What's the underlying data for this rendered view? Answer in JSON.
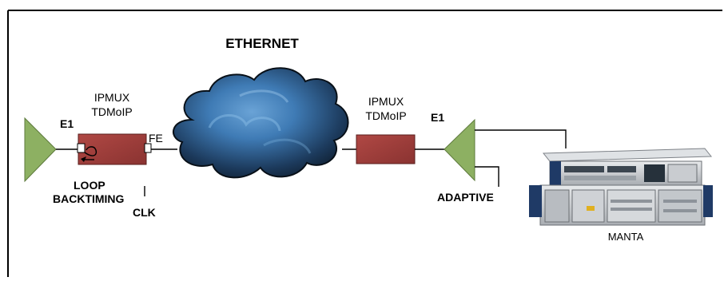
{
  "title": "ETHERNET",
  "left_node": {
    "line1": "IPMUX",
    "line2": "TDMoIP",
    "e1_label": "E1",
    "fe_label": "FE",
    "loop_line1": "LOOP",
    "loop_line2": "BACKTIMING",
    "clk_label": "CLK"
  },
  "right_node": {
    "line1": "IPMUX",
    "line2": "TDMoIP",
    "e1_label": "E1",
    "adaptive_label": "ADAPTIVE"
  },
  "equipment": {
    "label": "MANTA"
  },
  "colors": {
    "triangle": "#8db062",
    "triangle_stroke": "#5d7a3c",
    "box": "#9b3a38",
    "box_stroke": "#5a1f1e",
    "cloud_dark": "#0d1a28",
    "cloud_light": "#3f7bb5",
    "frame": "#000000"
  }
}
